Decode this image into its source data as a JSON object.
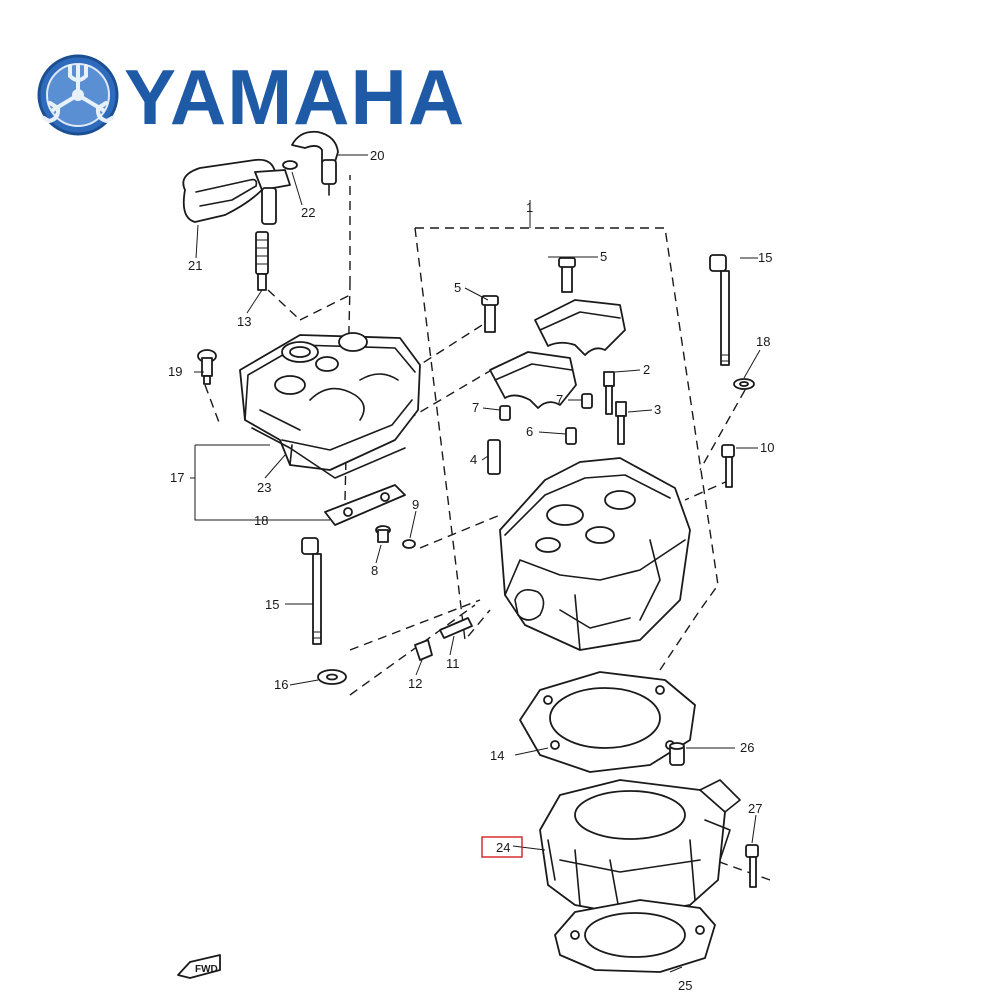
{
  "brand": {
    "name": "YAMAHA",
    "color": "#1f5aa6",
    "emblem": "tuning-fork-emblem-icon"
  },
  "highlight": {
    "part": "24",
    "color": "#d42020"
  },
  "callouts": {
    "c1": "1",
    "c2": "2",
    "c3": "3",
    "c4": "4",
    "c5a": "5",
    "c5b": "5",
    "c6": "6",
    "c7a": "7",
    "c7b": "7",
    "c8": "8",
    "c9": "9",
    "c10": "10",
    "c11": "11",
    "c12": "12",
    "c13": "13",
    "c14": "14",
    "c15a": "15",
    "c15b": "15",
    "c16": "16",
    "c17": "17",
    "c18a": "18",
    "c18b": "18",
    "c19": "19",
    "c20": "20",
    "c21": "21",
    "c22": "22",
    "c23": "23",
    "c24": "24",
    "c25": "25",
    "c26": "26",
    "c27": "27"
  },
  "fwd_marker": {
    "label": "FWD",
    "icon": "fwd-arrow-icon"
  }
}
